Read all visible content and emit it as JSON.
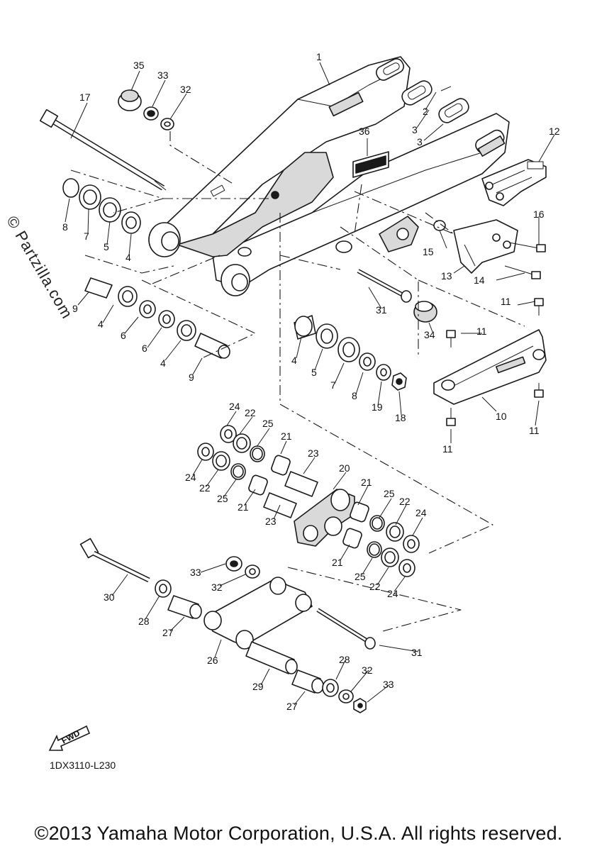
{
  "watermark": "© Partzilla.com",
  "catalog_code": "1DX3110-L230",
  "fwd_label": "FWD",
  "copyright": "©2013 Yamaha Motor Corporation, U.S.A. All rights reserved.",
  "callouts": {
    "n1": "1",
    "n2": "2",
    "n3a": "3",
    "n3b": "3",
    "n4a": "4",
    "n4b": "4",
    "n4c": "4",
    "n4d": "4",
    "n5a": "5",
    "n5b": "5",
    "n6a": "6",
    "n6b": "6",
    "n7a": "7",
    "n7b": "7",
    "n8a": "8",
    "n8b": "8",
    "n9a": "9",
    "n9b": "9",
    "n10": "10",
    "n11a": "11",
    "n11b": "11",
    "n11c": "11",
    "n11d": "11",
    "n12": "12",
    "n13": "13",
    "n14": "14",
    "n15": "15",
    "n16": "16",
    "n17": "17",
    "n18": "18",
    "n19": "19",
    "n20": "20",
    "n21a": "21",
    "n21b": "21",
    "n21c": "21",
    "n21d": "21",
    "n22a": "22",
    "n22b": "22",
    "n22c": "22",
    "n22d": "22",
    "n23a": "23",
    "n23b": "23",
    "n24a": "24",
    "n24b": "24",
    "n24c": "24",
    "n24d": "24",
    "n25a": "25",
    "n25b": "25",
    "n25c": "25",
    "n25d": "25",
    "n26": "26",
    "n27a": "27",
    "n27b": "27",
    "n28a": "28",
    "n28b": "28",
    "n29": "29",
    "n30": "30",
    "n31a": "31",
    "n31b": "31",
    "n32a": "32",
    "n32b": "32",
    "n32c": "32",
    "n33a": "33",
    "n33b": "33",
    "n33c": "33",
    "n34": "34",
    "n35": "35",
    "n36": "36"
  }
}
